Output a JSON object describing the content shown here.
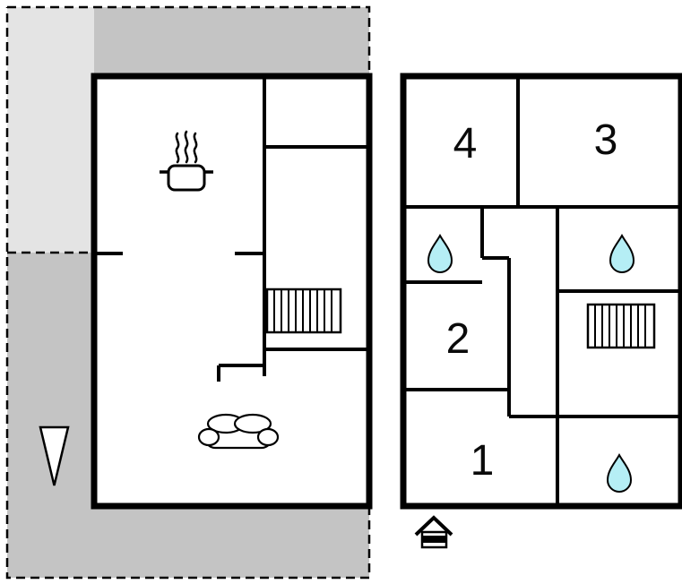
{
  "colors": {
    "terrace_light": "#e4e4e4",
    "terrace_dark": "#c4c4c4",
    "wall": "#000000",
    "room_fill": "#ffffff",
    "water_drop": "#b5eef5"
  },
  "ground_floor": {
    "icons": [
      {
        "name": "cooking-pot-icon"
      },
      {
        "name": "steam-icon"
      },
      {
        "name": "sofa-icon"
      },
      {
        "name": "stairs-icon"
      },
      {
        "name": "direction-arrow-icon"
      }
    ]
  },
  "upper_floor": {
    "rooms": [
      {
        "label": "4"
      },
      {
        "label": "3"
      },
      {
        "label": "2"
      },
      {
        "label": "1"
      }
    ],
    "water_drop_count": 3,
    "icons": [
      {
        "name": "water-drop-icon"
      },
      {
        "name": "stairs-icon"
      },
      {
        "name": "entrance-house-icon"
      }
    ]
  }
}
